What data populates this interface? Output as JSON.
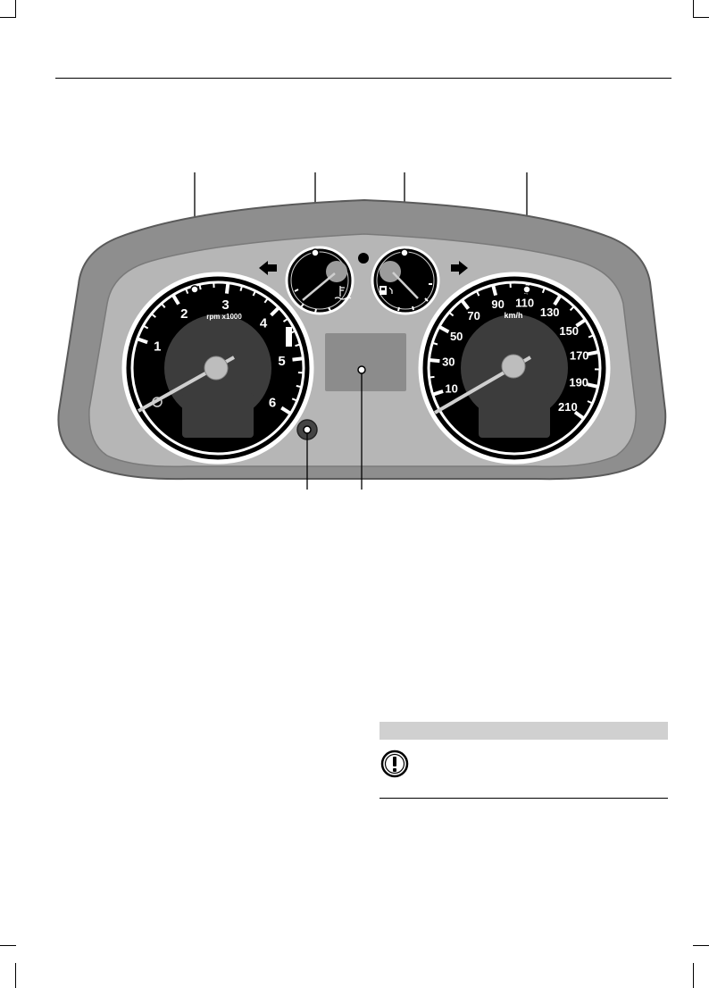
{
  "tachometer": {
    "unit_label": "rpm x1000",
    "scale": [
      "1",
      "2",
      "3",
      "4",
      "5",
      "6"
    ],
    "zero_label": "0"
  },
  "speedometer": {
    "unit_label": "km/h",
    "scale": [
      "10",
      "30",
      "50",
      "70",
      "90",
      "110",
      "130",
      "150",
      "170",
      "190",
      "210"
    ]
  },
  "icons": [
    "left-turn-arrow-icon",
    "right-turn-arrow-icon",
    "coolant-temperature-icon",
    "fuel-pump-icon",
    "warning-exclamation-icon"
  ],
  "colors": {
    "background": "#ffffff",
    "gauge_face": "#000000",
    "housing": "#8c8c8c",
    "panel": "#b4b4b4",
    "warning_bar": "#d0d0d0"
  }
}
